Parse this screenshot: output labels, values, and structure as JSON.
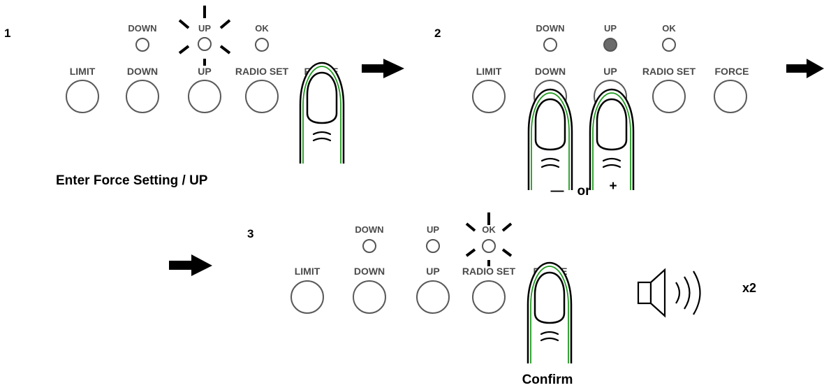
{
  "steps": [
    {
      "number": "1",
      "leds": [
        {
          "label": "DOWN",
          "state": "off"
        },
        {
          "label": "UP",
          "state": "blinking"
        },
        {
          "label": "OK",
          "state": "off"
        }
      ],
      "buttons": [
        "LIMIT",
        "DOWN",
        "UP",
        "RADIO SET",
        "FORCE"
      ],
      "pressed": [
        "FORCE"
      ],
      "caption": "Enter Force Setting / UP"
    },
    {
      "number": "2",
      "leds": [
        {
          "label": "DOWN",
          "state": "off"
        },
        {
          "label": "UP",
          "state": "on"
        },
        {
          "label": "OK",
          "state": "off"
        }
      ],
      "buttons": [
        "LIMIT",
        "DOWN",
        "UP",
        "RADIO SET",
        "FORCE"
      ],
      "pressed": [
        "DOWN",
        "UP"
      ],
      "caption_minus": "—",
      "caption_or": "or",
      "caption_plus": "+"
    },
    {
      "number": "3",
      "leds": [
        {
          "label": "DOWN",
          "state": "off"
        },
        {
          "label": "UP",
          "state": "off"
        },
        {
          "label": "OK",
          "state": "blinking"
        }
      ],
      "buttons": [
        "LIMIT",
        "DOWN",
        "UP",
        "RADIO SET",
        "FORCE"
      ],
      "pressed": [
        "FORCE"
      ],
      "caption": "Confirm",
      "beep_count": "x2"
    }
  ],
  "icons": {
    "arrow": "right-arrow-icon",
    "finger": "finger-press-icon",
    "speaker": "speaker-icon"
  },
  "colors": {
    "led_on": "#6b6b6b",
    "finger_outline": "#1f9a1f",
    "label_gray": "#4a4a4a"
  }
}
